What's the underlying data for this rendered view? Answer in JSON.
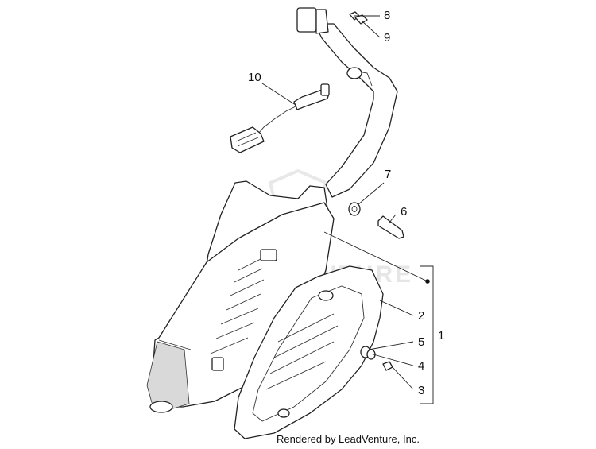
{
  "callouts": [
    {
      "id": "c8",
      "label": "8"
    },
    {
      "id": "c9",
      "label": "9"
    },
    {
      "id": "c10",
      "label": "10"
    },
    {
      "id": "c7",
      "label": "7"
    },
    {
      "id": "c6",
      "label": "6"
    },
    {
      "id": "c2",
      "label": "2"
    },
    {
      "id": "c1",
      "label": "1"
    },
    {
      "id": "c5",
      "label": "5"
    },
    {
      "id": "c4",
      "label": "4"
    },
    {
      "id": "c3",
      "label": "3"
    }
  ],
  "watermark": {
    "brand_text": "LEADVENTURE"
  },
  "footer": {
    "credit": "Rendered by LeadVenture, Inc."
  },
  "colors": {
    "line": "#222222",
    "watermark": "#e6e6e6",
    "background": "#ffffff"
  }
}
